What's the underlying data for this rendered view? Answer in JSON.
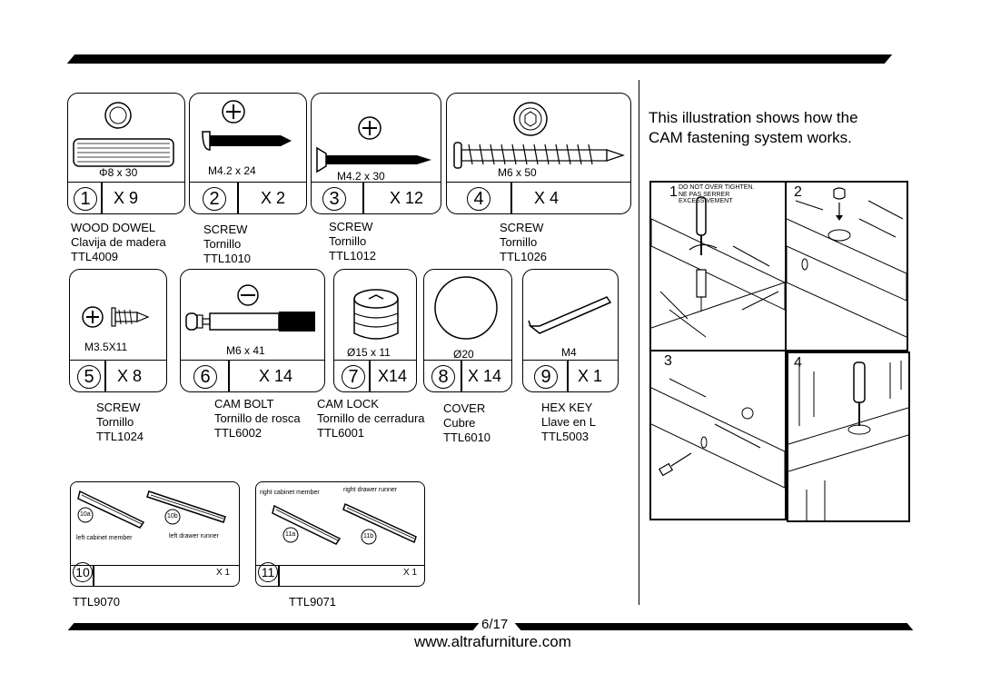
{
  "parts": [
    {
      "num": "1",
      "qty": "X 9",
      "size": "Φ8 x 30",
      "name": "WOOD DOWEL",
      "alt": "Clavija de madera",
      "code": "TTL4009"
    },
    {
      "num": "2",
      "qty": "X 2",
      "size": "M4.2 x 24",
      "name": "SCREW",
      "alt": "Tornillo",
      "code": "TTL1010"
    },
    {
      "num": "3",
      "qty": "X 12",
      "size": "M4.2 x 30",
      "name": "SCREW",
      "alt": "Tornillo",
      "code": "TTL1012"
    },
    {
      "num": "4",
      "qty": "X 4",
      "size": "M6 x 50",
      "name": "SCREW",
      "alt": "Tornillo",
      "code": "TTL1026"
    },
    {
      "num": "5",
      "qty": "X 8",
      "size": "M3.5X11",
      "name": "SCREW",
      "alt": "Tornillo",
      "code": "TTL1024"
    },
    {
      "num": "6",
      "qty": "X 14",
      "size": "M6 x 41",
      "name": "CAM BOLT",
      "alt": "Tornillo de rosca",
      "code": "TTL6002"
    },
    {
      "num": "7",
      "qty": "X14",
      "size": "Ø15 x 11",
      "name": "CAM LOCK",
      "alt": "Tornillo de cerradura",
      "code": "TTL6001"
    },
    {
      "num": "8",
      "qty": "X 14",
      "size": "Ø20",
      "name": "COVER",
      "alt": "Cubre",
      "code": "TTL6010"
    },
    {
      "num": "9",
      "qty": "X 1",
      "size": "M4",
      "name": "HEX KEY",
      "alt": "Llave en L",
      "code": "TTL5003"
    }
  ],
  "runners": [
    {
      "num": "10",
      "qty": "X 1",
      "code": "TTL9070",
      "label_a": "left cabinet member",
      "label_b": "left drawer runner",
      "tag_a": "10a",
      "tag_b": "10b"
    },
    {
      "num": "11",
      "qty": "X 1",
      "code": "TTL9071",
      "label_a": "right cabinet member",
      "label_b": "right drawer runner",
      "tag_a": "11a",
      "tag_b": "11b"
    }
  ],
  "cam": {
    "heading_1": "This illustration shows how the",
    "heading_2": "CAM fastening system works.",
    "warning_1": "DO NOT OVER TIGHTEN.",
    "warning_2": "NE PAS SERRER EXCESSIVEMENT",
    "steps": [
      "1",
      "2",
      "3",
      "4"
    ]
  },
  "footer": {
    "page": "6/17",
    "url": "www.altrafurniture.com"
  }
}
